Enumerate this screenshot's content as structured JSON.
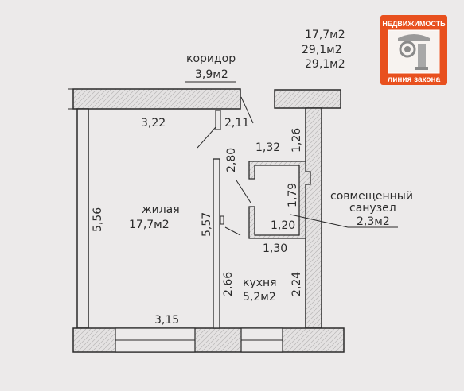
{
  "summary": {
    "living_area": "17,7м2",
    "total_area_1": "29,1м2",
    "total_area_2": "29,1м2"
  },
  "rooms": {
    "corridor": {
      "name": "коридор",
      "area": "3,9м2"
    },
    "living": {
      "name": "жилая",
      "area": "17,7м2"
    },
    "kitchen": {
      "name": "кухня",
      "area": "5,2м2"
    },
    "bathroom": {
      "name_line1": "совмещенный",
      "name_line2": "санузел",
      "area": "2,3м2"
    }
  },
  "dimensions": {
    "top_living": "3,22",
    "corridor_width": "2,11",
    "bath_upper": "1,26",
    "bath_top_width": "1,32",
    "corridor_depth": "2,80",
    "bath_height": "1,79",
    "bath_inner_width": "1,20",
    "bath_bottom_width": "1,30",
    "living_left_height": "5,56",
    "partition_height": "5,57",
    "kitchen_left": "2,66",
    "kitchen_right": "2,24",
    "bottom_living": "3,15"
  },
  "logo": {
    "top_text": "НЕДВИЖИМОСТЬ",
    "bottom_text": "линия закона",
    "color": "#e8501e"
  }
}
